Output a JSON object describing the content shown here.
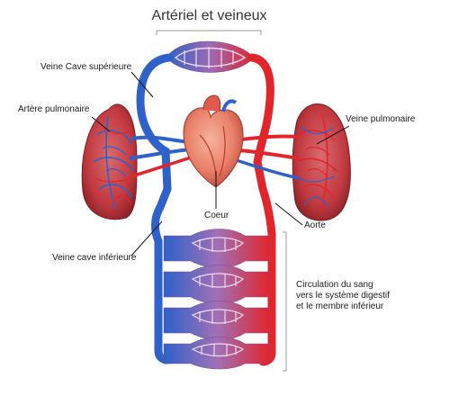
{
  "title": "Artériel et veineux",
  "labels": {
    "veine_cave_superieure": "Veine Cave supérieure",
    "artere_pulmonaire": "Artère pulmonaire",
    "veine_pulmonaire": "Veine pulmonaire",
    "coeur": "Coeur",
    "aorte": "Aorte",
    "veine_cave_inferieure": "Veine cave inférieure",
    "circulation": "Circulation du sang\nvers le système digestif\net le membre inférieur"
  },
  "colors": {
    "arterial": "#e2252b",
    "venous": "#2f62c9",
    "lung": "#c8454b",
    "lung_dark": "#8e2329",
    "heart": "#e9806a",
    "capillary_mid": "#9b6bb3"
  }
}
